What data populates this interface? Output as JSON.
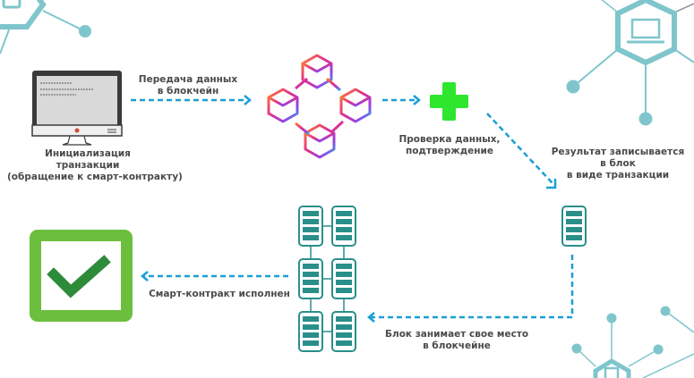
{
  "diagram": {
    "type": "blockchain smart-contract flow",
    "colors": {
      "arrow": "#1a9fd3",
      "network_deco": "#7fc6cc",
      "server": "#2a8f8a",
      "check_frame": "#6cbf3e",
      "check_mark": "#2e8b3a",
      "plus": "#2ee62e",
      "text": "#4a4a4a"
    },
    "steps": [
      {
        "id": "init",
        "icon": "desktop-monitor-icon",
        "lines": [
          "Инициализация",
          "транзакции",
          "(обращение к смарт-контракту)"
        ]
      },
      {
        "id": "transfer",
        "icon": "dashed-arrow-right",
        "lines": [
          "Передача данных",
          "в блокчейн"
        ]
      },
      {
        "id": "blockchain",
        "icon": "blockchain-cubes-icon",
        "lines": []
      },
      {
        "id": "verify",
        "icon": "green-plus-icon",
        "lines": [
          "Проверка данных,",
          "подтверждение"
        ]
      },
      {
        "id": "record",
        "icon": "server-block-icon",
        "lines": [
          "Результат записывается",
          "в блок",
          "в виде транзакции"
        ]
      },
      {
        "id": "place",
        "icon": "server-grid-icon",
        "lines": [
          "Блок занимает свое место",
          "в блокчейне"
        ]
      },
      {
        "id": "done",
        "icon": "checkmark-box-icon",
        "lines": [
          "Смарт-контракт исполнен"
        ]
      }
    ],
    "edges": [
      {
        "from": "init",
        "to": "blockchain"
      },
      {
        "from": "blockchain",
        "to": "verify"
      },
      {
        "from": "verify",
        "to": "record"
      },
      {
        "from": "record",
        "to": "place"
      },
      {
        "from": "place",
        "to": "done"
      }
    ],
    "decorations": [
      "network-node-phone-icon",
      "network-node-laptop-icon",
      "network-node-house-icon"
    ]
  }
}
